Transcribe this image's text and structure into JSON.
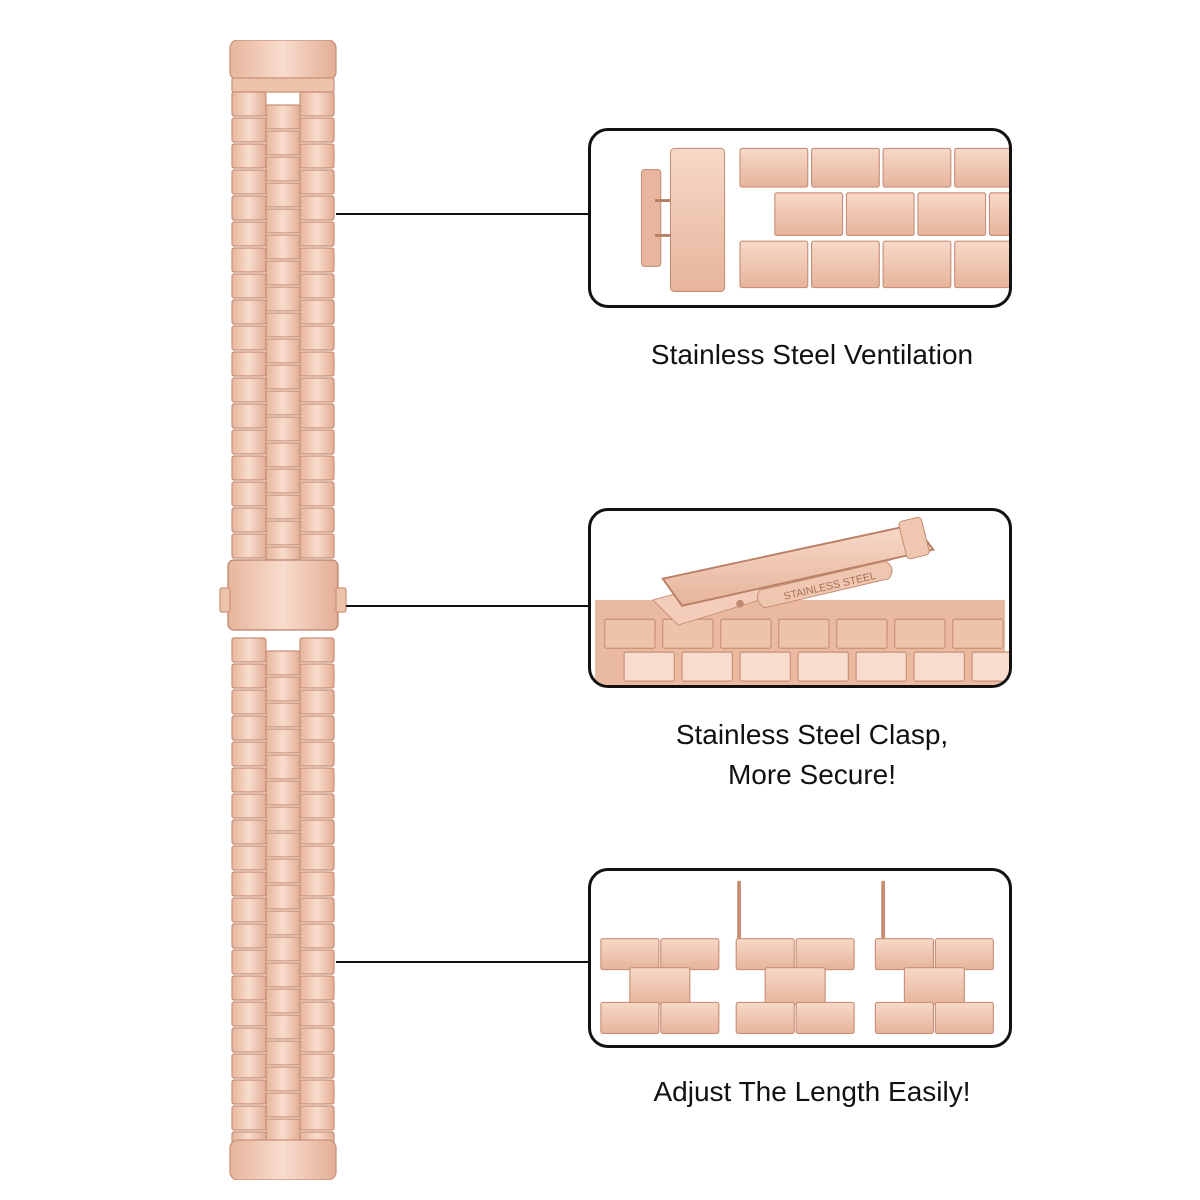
{
  "colors": {
    "rose_gold_light": "#f8dccd",
    "rose_gold_mid": "#eec3ac",
    "rose_gold_dark": "#d29a80",
    "outline": "#111111"
  },
  "features": [
    {
      "caption_lines": [
        "Stainless Steel Ventilation"
      ]
    },
    {
      "caption_lines": [
        "Stainless Steel Clasp,",
        "More Secure!"
      ],
      "engraving": "STAINLESS STEEL"
    },
    {
      "caption_lines": [
        "Adjust The Length Easily!"
      ]
    }
  ]
}
